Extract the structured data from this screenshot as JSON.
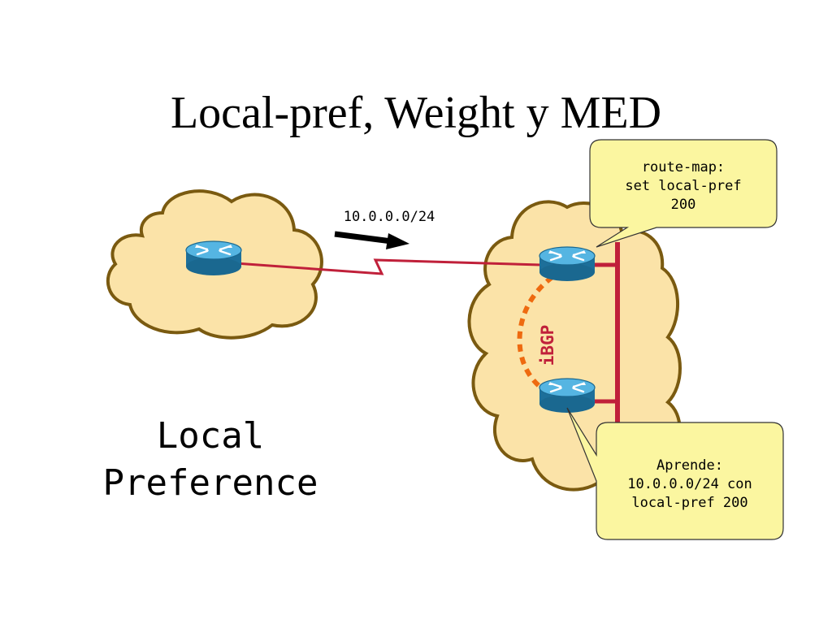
{
  "title": "Local-pref, Weight y MED",
  "prefix_label": "10.0.0.0/24",
  "session_label": "iBGP",
  "section_label": {
    "line1": "Local",
    "line2": "Preference"
  },
  "callout_top": {
    "line1": "route-map:",
    "line2": "set local-pref",
    "line3": "200"
  },
  "callout_bottom": {
    "line1": "Aprende:",
    "line2": "10.0.0.0/24 con",
    "line3": "local-pref 200"
  },
  "colors": {
    "cloud_fill": "#FBE3A8",
    "cloud_stroke": "#7A5A10",
    "link_red": "#C0203A",
    "ibgp_orange": "#EE6A10",
    "callout_fill": "#FBF6A0",
    "router_blue": "#2A8FC0"
  }
}
